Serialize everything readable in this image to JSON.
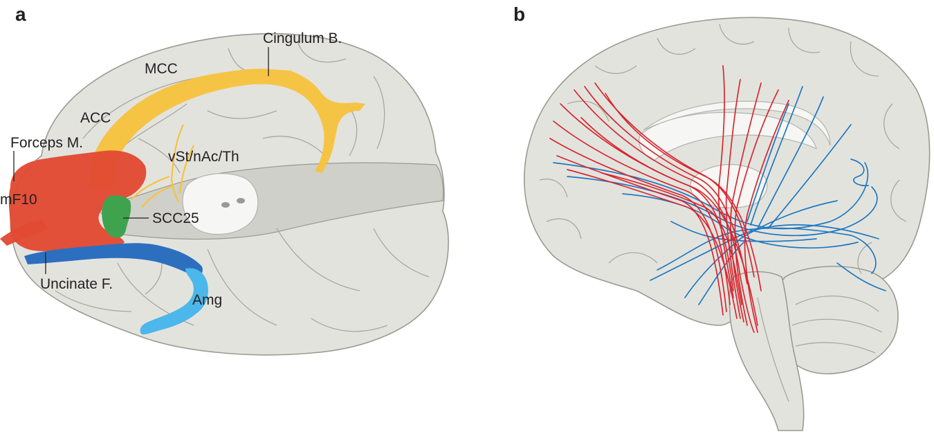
{
  "panels": {
    "a": {
      "label": "a",
      "labels": {
        "cingulum": "Cingulum B.",
        "mcc": "MCC",
        "acc": "ACC",
        "forceps": "Forceps M.",
        "vst": "vSt/nAc/Th",
        "mf10": "mF10",
        "scc25": "SCC25",
        "uncinate": "Uncinate F.",
        "amg": "Amg"
      },
      "tract_colors": {
        "cingulum_bundle": "#f7c23b",
        "forceps_minor": "#e24a33",
        "scc25": "#3fa34d",
        "uncinate_fasciculus": "#2c6fbf",
        "amygdala": "#4bb7ea"
      }
    },
    "b": {
      "label": "b",
      "fiber_colors": {
        "group_1": "#d7262e",
        "group_2": "#1f78c1"
      }
    }
  }
}
